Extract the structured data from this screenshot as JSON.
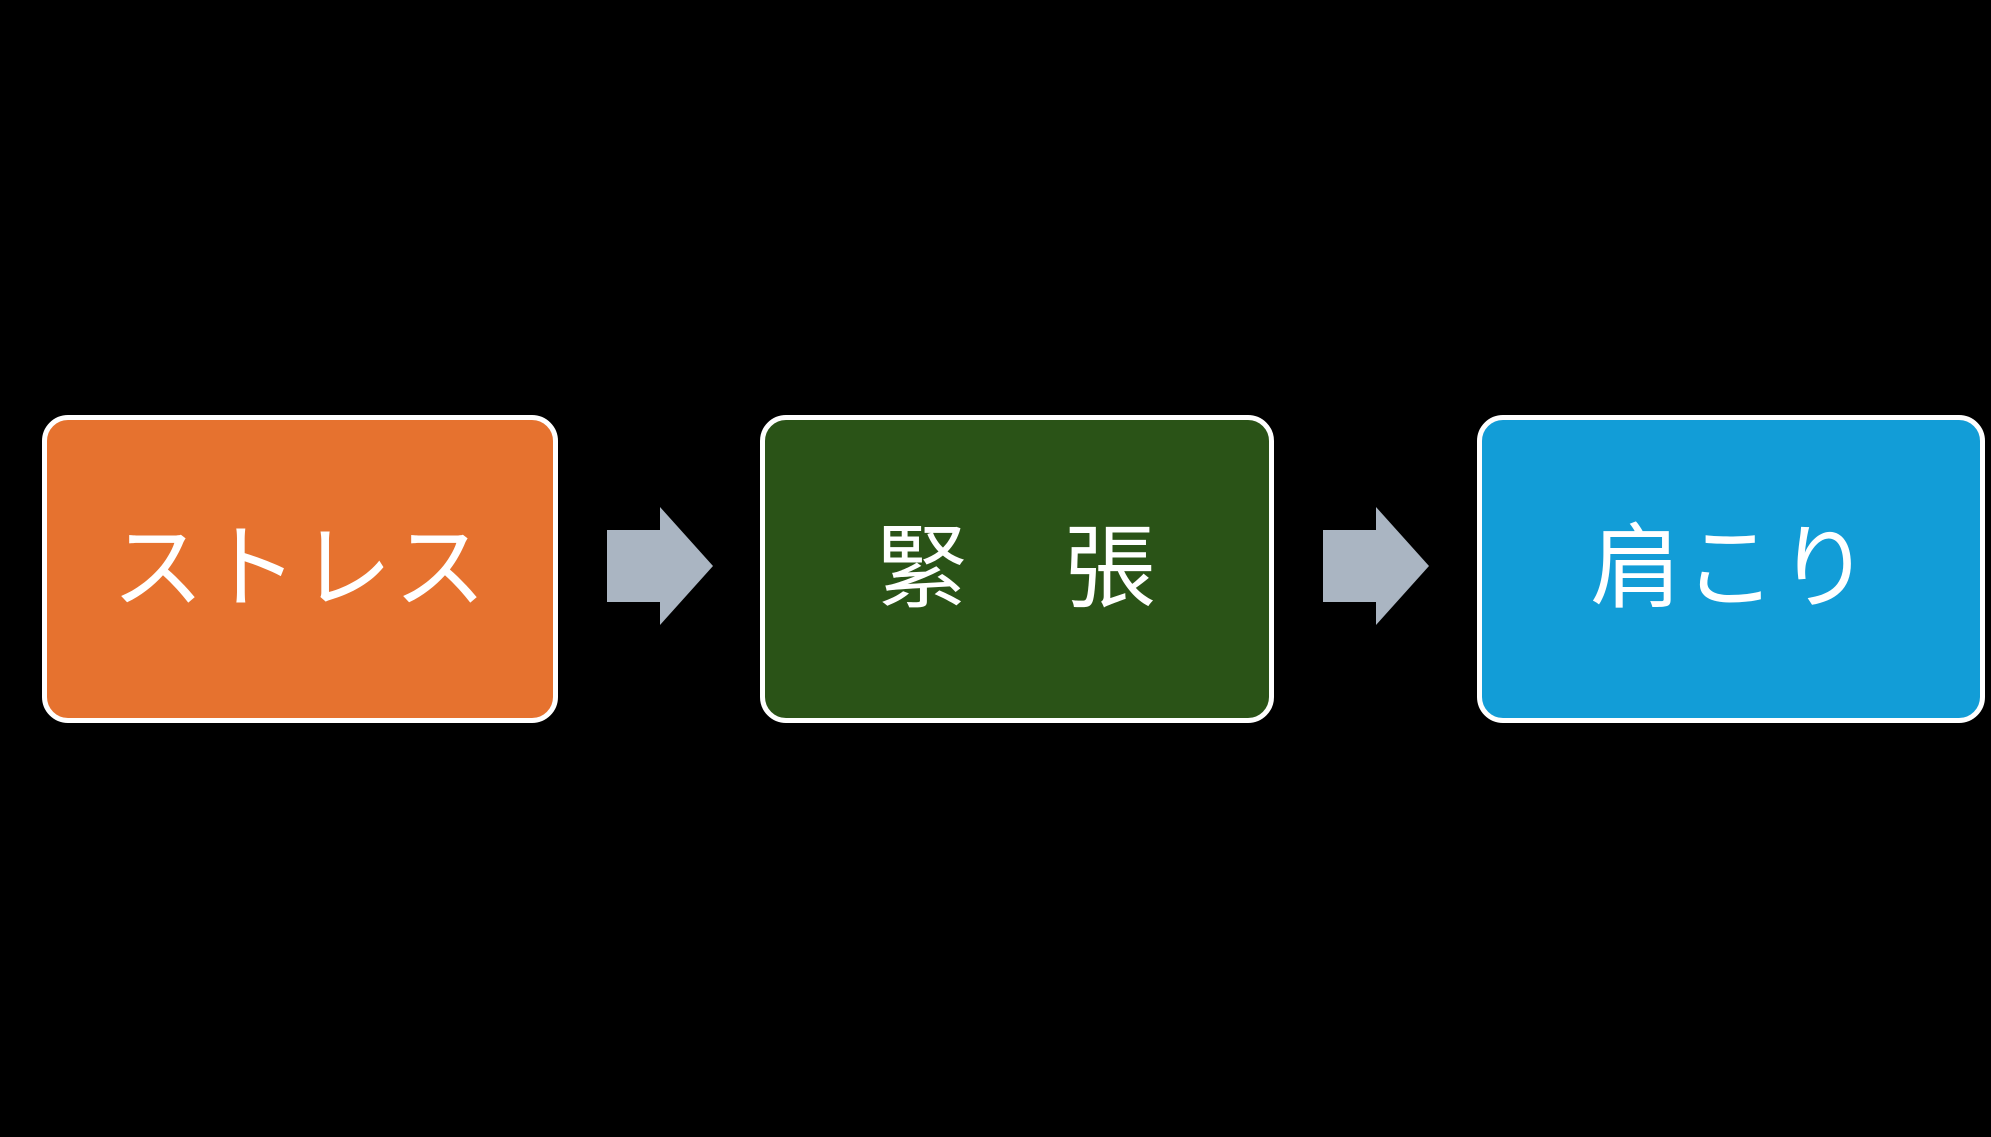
{
  "diagram": {
    "background_color": "#000000",
    "border_color": "#ffffff",
    "text_color": "#ffffff",
    "arrow_color": "#AAB5C2",
    "nodes": [
      {
        "id": "stress",
        "label": "ストレス",
        "color": "#E6722F"
      },
      {
        "id": "tension",
        "label": "緊　張",
        "color": "#2A5317"
      },
      {
        "id": "shoulder-stiffness",
        "label": "肩こり",
        "color": "#129DD7"
      }
    ],
    "arrows": [
      {
        "from": "stress",
        "to": "tension"
      },
      {
        "from": "tension",
        "to": "shoulder-stiffness"
      }
    ]
  }
}
